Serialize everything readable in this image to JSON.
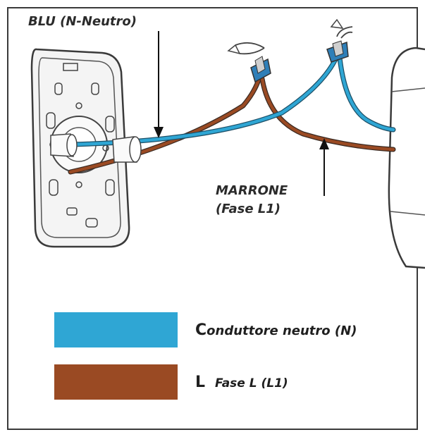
{
  "labels": {
    "blue_wire": "BLU (N-Neutro)",
    "brown_wire_line1": "MARRONE",
    "brown_wire_line2": "(Fase L1)"
  },
  "legend": {
    "items": [
      {
        "key": "C",
        "text": "onduttore neutro (N)",
        "color": "#2fa6d4"
      },
      {
        "key": "L",
        "text": "Fase L (L1)",
        "color": "#9a4a23"
      }
    ]
  },
  "colors": {
    "neutral_blue": "#2fa6d4",
    "phase_brown": "#9a4a23",
    "outline": "#3a3a3a"
  },
  "icons": [
    "wall-plate-icon",
    "wire-connector-icon",
    "twist-arrow-icon",
    "lamp-housing-icon"
  ]
}
